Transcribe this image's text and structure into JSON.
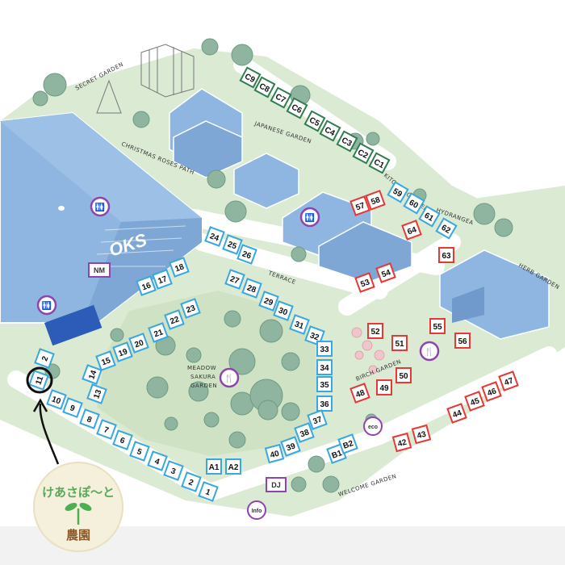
{
  "colors": {
    "ground": "#dbead3",
    "path": "#ffffff",
    "building": "#8fb6e0",
    "building_dark": "#6f9acb",
    "tree": "#8fb5a0",
    "booth_blue": "#3aa7e0",
    "booth_red": "#e53935",
    "booth_green": "#2e7d4f",
    "poi_purple": "#8e44ad",
    "marker": "#111111",
    "logo_bg": "#f4f0dc",
    "logo_green": "#4caf50"
  },
  "areas": {
    "secret_garden": "SECRET GARDEN",
    "christmas_roses_path": "CHRISTMAS ROSES PATH",
    "japanese_garden": "JAPANESE GARDEN",
    "kitchen_garden": "KITCHEN GARDEN",
    "hydrangea": "HYDRANGEA",
    "herb_garden": "HERB GARDEN",
    "terrace": "TERRACE",
    "meadow_l1": "MEADOW",
    "meadow_l2": "SAKURA",
    "meadow_l3": "GARDEN",
    "birch_garden": "BIRCH GARDEN",
    "welcome_garden": "WELCOME GARDEN"
  },
  "building_sign": "OKS",
  "poi": {
    "nm": "NM",
    "dj": "DJ",
    "info": "Info",
    "eco": "eco"
  },
  "booths": {
    "green": [
      "C9",
      "C8",
      "C7",
      "C6",
      "C5",
      "C4",
      "C3",
      "C2",
      "C1"
    ],
    "red": [
      "57",
      "58",
      "64",
      "63",
      "53",
      "54",
      "52",
      "51",
      "55",
      "56",
      "48",
      "49",
      "50",
      "44",
      "45",
      "46",
      "47",
      "42",
      "43"
    ],
    "blue": [
      "59",
      "60",
      "61",
      "62",
      "24",
      "25",
      "26",
      "16",
      "17",
      "18",
      "27",
      "28",
      "29",
      "30",
      "31",
      "32",
      "33",
      "34",
      "35",
      "36",
      "37",
      "38",
      "39",
      "40",
      "A1",
      "A2",
      "B1",
      "B2",
      "15",
      "19",
      "20",
      "21",
      "22",
      "23",
      "14",
      "13",
      "2",
      "11",
      "10",
      "9",
      "8",
      "7",
      "6",
      "5",
      "4",
      "3",
      "2",
      "1"
    ]
  },
  "logo": {
    "line1": "けあさぽ〜と",
    "line2": "農園"
  }
}
